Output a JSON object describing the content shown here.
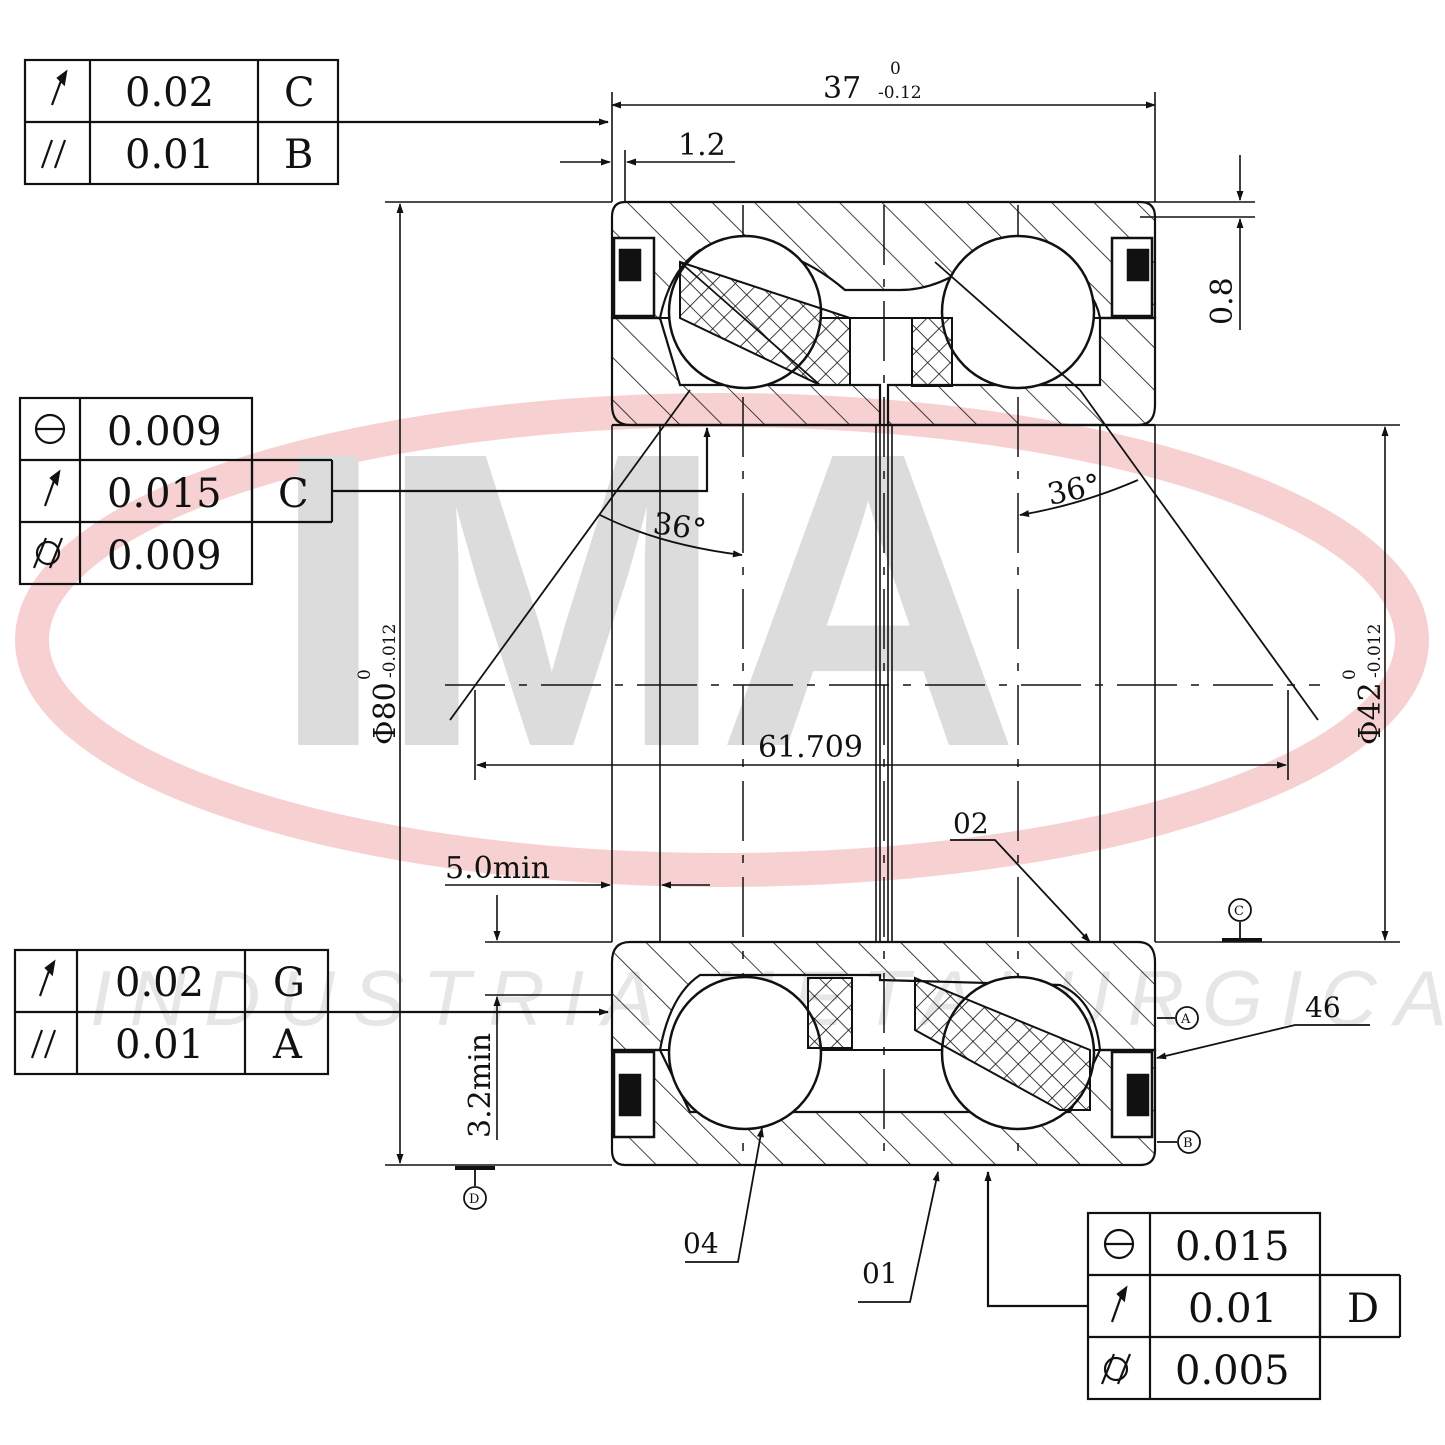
{
  "watermark": {
    "logo": "IMA",
    "tagline": "INDUSTRIA METALURGICA ALLI",
    "ring_color": "#f3b8b8",
    "letter_color": "#dcdcdc"
  },
  "colors": {
    "line": "#111111",
    "background": "#ffffff"
  },
  "dimensions": {
    "width_main": "37",
    "width_tol_upper": "0",
    "width_tol_lower": "-0.12",
    "chamfer_left": "1.2",
    "chamfer_right": "0.8",
    "outer_diameter": "Φ80",
    "outer_tol_upper": "0",
    "outer_tol_lower": "-0.012",
    "inner_diameter": "Φ42",
    "inner_tol_upper": "0",
    "inner_tol_lower": "-0.012",
    "pitch_span": "61.709",
    "contact_angle_left": "36°",
    "contact_angle_right": "36°",
    "min_left": "5.0min",
    "min_vertical": "3.2min"
  },
  "frames": {
    "top_left": [
      {
        "symbol": "runout-icon",
        "value": "0.02",
        "datum": "C"
      },
      {
        "symbol": "parallelism-icon",
        "value": "0.01",
        "datum": "B"
      }
    ],
    "mid_left": [
      {
        "symbol": "flatness-icon",
        "value": "0.009",
        "datum": ""
      },
      {
        "symbol": "runout-icon",
        "value": "0.015",
        "datum": "C"
      },
      {
        "symbol": "cylindricity-icon",
        "value": "0.009",
        "datum": ""
      }
    ],
    "bottom_left": [
      {
        "symbol": "runout-icon",
        "value": "0.02",
        "datum": "G"
      },
      {
        "symbol": "parallelism-icon",
        "value": "0.01",
        "datum": "A"
      }
    ],
    "bottom_right": [
      {
        "symbol": "flatness-icon",
        "value": "0.015",
        "datum": ""
      },
      {
        "symbol": "runout-icon",
        "value": "0.01",
        "datum": "D"
      },
      {
        "symbol": "cylindricity-icon",
        "value": "0.005",
        "datum": ""
      }
    ]
  },
  "callouts": {
    "c02": "02",
    "c46": "46",
    "c04": "04",
    "c01": "01"
  },
  "datums": {
    "c": "C",
    "a": "A",
    "b": "B",
    "d": "D"
  }
}
